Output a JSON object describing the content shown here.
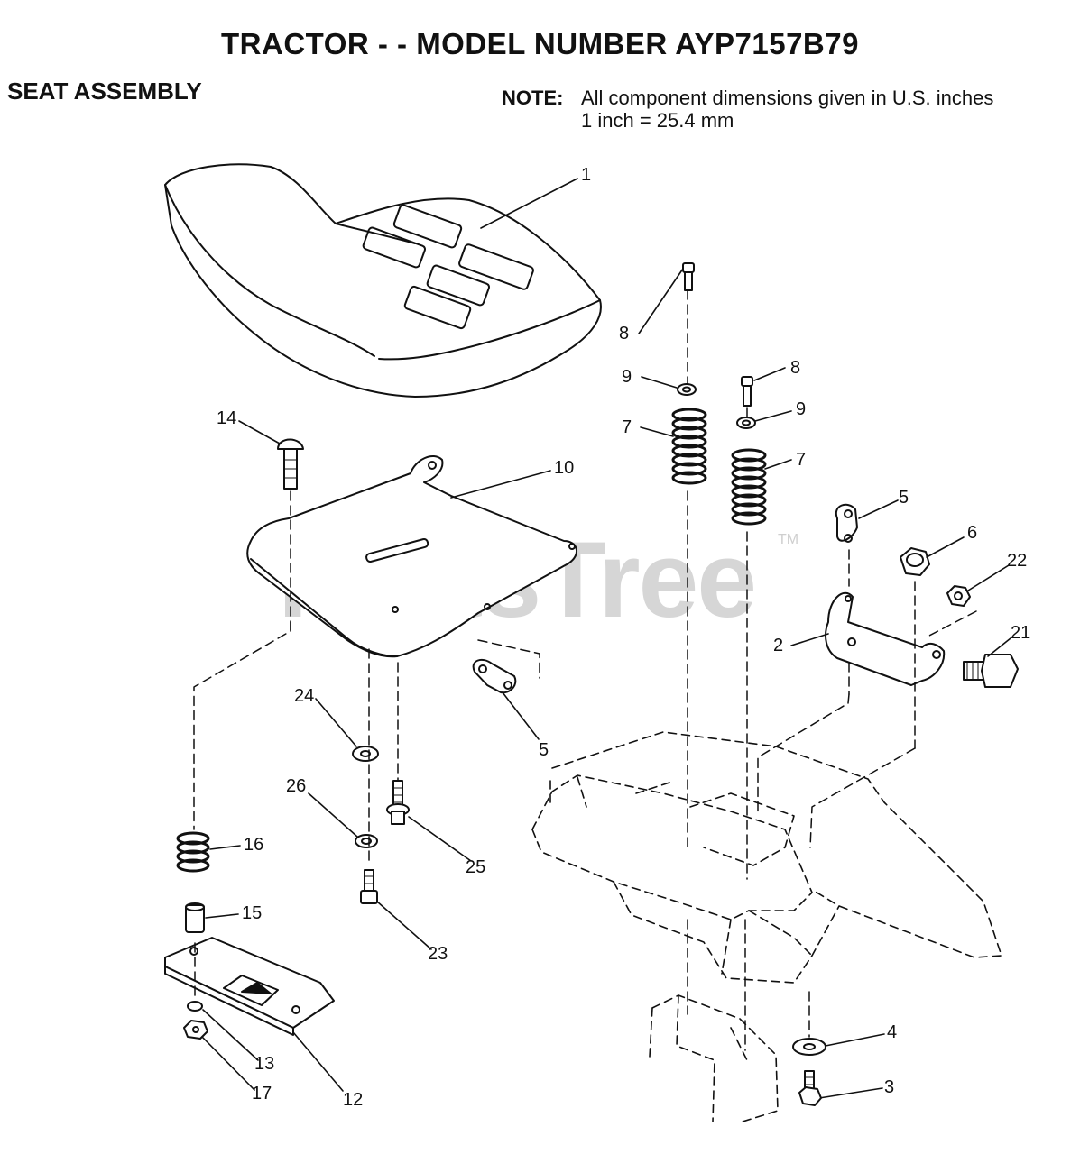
{
  "header": {
    "title": "TRACTOR - - MODEL NUMBER AYP7157B79",
    "section": "SEAT ASSEMBLY",
    "note_label": "NOTE:",
    "note_line1": "All component dimensions given in U.S. inches",
    "note_line2": "1 inch = 25.4 mm"
  },
  "watermark": {
    "text": "PartsTree",
    "tm": "TM"
  },
  "callouts": [
    "1",
    "8",
    "9",
    "8",
    "9",
    "7",
    "7",
    "14",
    "10",
    "5",
    "6",
    "22",
    "2",
    "21",
    "5",
    "24",
    "26",
    "25",
    "16",
    "23",
    "15",
    "4",
    "3",
    "13",
    "12",
    "17"
  ]
}
